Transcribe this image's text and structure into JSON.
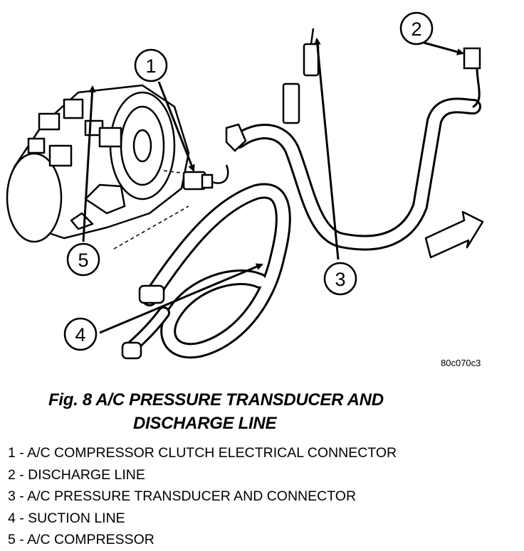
{
  "figure_id": "80c070c3",
  "caption": {
    "line1": "Fig. 8 A/C PRESSURE TRANSDUCER AND",
    "line2": "DISCHARGE LINE"
  },
  "callouts": [
    "1",
    "2",
    "3",
    "4",
    "5"
  ],
  "legend": [
    "1 - A/C COMPRESSOR CLUTCH ELECTRICAL CONNECTOR",
    "2 - DISCHARGE LINE",
    "3 - A/C PRESSURE TRANSDUCER AND CONNECTOR",
    "4 - SUCTION LINE",
    "5 - A/C COMPRESSOR"
  ]
}
